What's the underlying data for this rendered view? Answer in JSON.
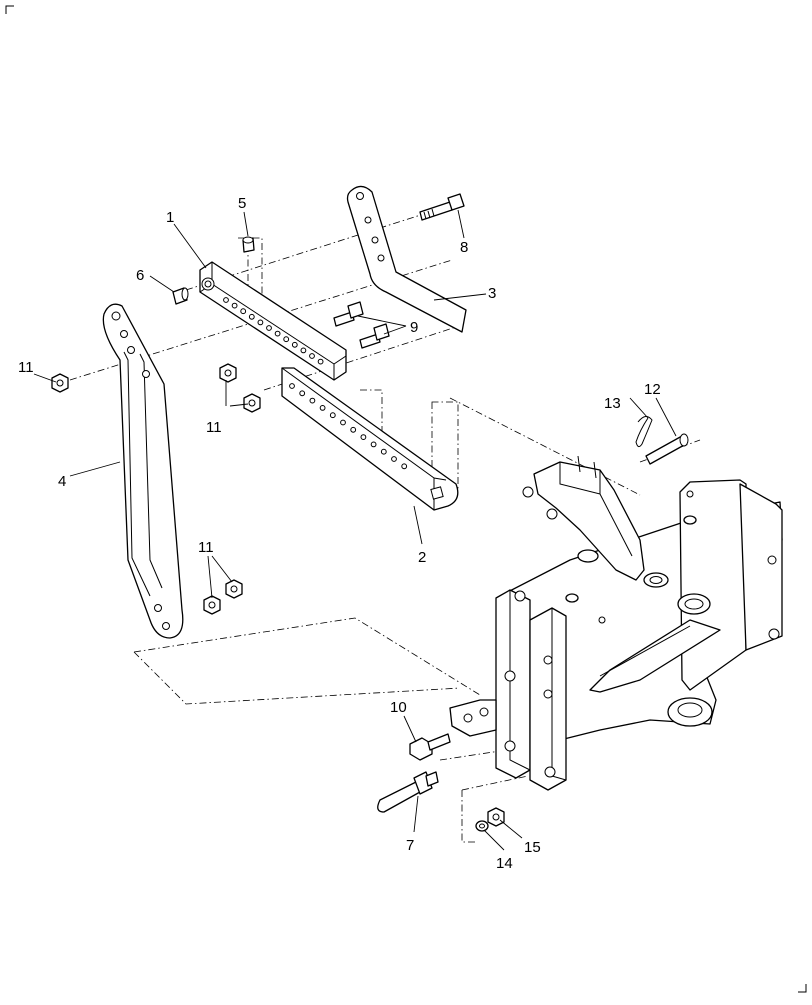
{
  "callouts": [
    {
      "id": "c1",
      "text": "1"
    },
    {
      "id": "c2",
      "text": "2"
    },
    {
      "id": "c3",
      "text": "3"
    },
    {
      "id": "c4",
      "text": "4"
    },
    {
      "id": "c5",
      "text": "5"
    },
    {
      "id": "c6",
      "text": "6"
    },
    {
      "id": "c7",
      "text": "7"
    },
    {
      "id": "c8",
      "text": "8"
    },
    {
      "id": "c9",
      "text": "9"
    },
    {
      "id": "c10",
      "text": "10"
    },
    {
      "id": "c11a",
      "text": "11"
    },
    {
      "id": "c11b",
      "text": "11"
    },
    {
      "id": "c11c",
      "text": "11"
    },
    {
      "id": "c12",
      "text": "12"
    },
    {
      "id": "c13",
      "text": "13"
    },
    {
      "id": "c14",
      "text": "14"
    },
    {
      "id": "c15",
      "text": "15"
    }
  ]
}
